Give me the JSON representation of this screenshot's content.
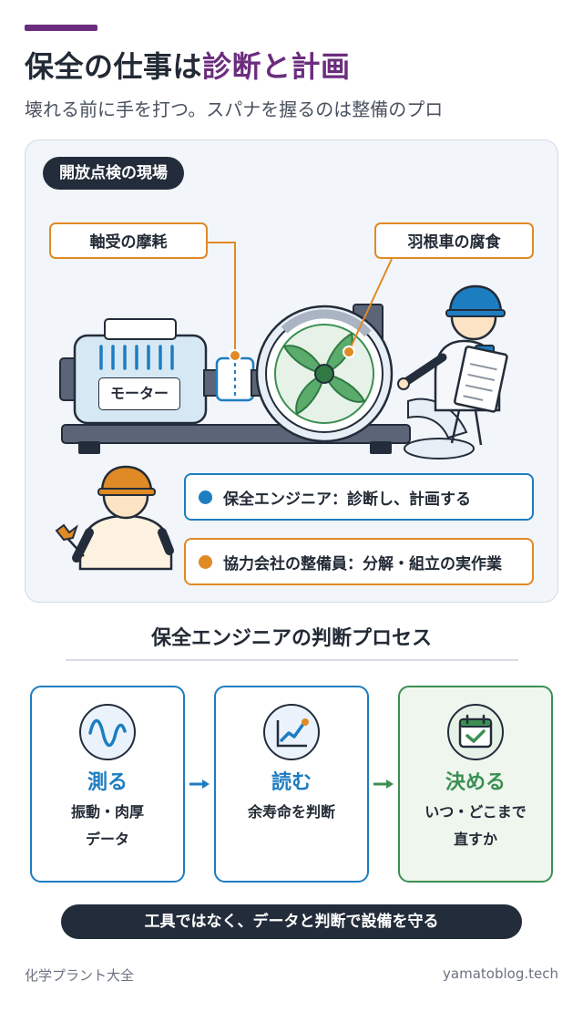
{
  "header": {
    "title_main": "保全の仕事は",
    "title_highlight": "診断と計画",
    "subtitle": "壊れる前に手を打つ。スパナを握るのは整備のプロ"
  },
  "scene": {
    "tag": "開放点検の現場",
    "callouts": {
      "bearing": "軸受の摩耗",
      "impeller": "羽根車の腐食"
    },
    "motor_label": "モーター",
    "legend": [
      {
        "text": "保全エンジニア：診断し、計画する",
        "color": "#1d7dc1"
      },
      {
        "text": "協力会社の整備員：分解・組立の実作業",
        "color": "#e08a25"
      }
    ]
  },
  "process": {
    "title": "保全エンジニアの判断プロセス",
    "steps": [
      {
        "name": "測る",
        "desc_line1": "振動・肉厚",
        "desc_line2": "データ",
        "icon": "wave-icon"
      },
      {
        "name": "読む",
        "desc_line1": "余寿命を判断",
        "desc_line2": "",
        "icon": "trend-chart-icon"
      },
      {
        "name": "決める",
        "desc_line1": "いつ・どこまで",
        "desc_line2": "直すか",
        "icon": "calendar-check-icon"
      }
    ]
  },
  "banner": "工具ではなく、データと判断で設備を守る",
  "footer": {
    "left": "化学プラント大全",
    "right": "yamatoblog.tech"
  },
  "colors": {
    "accent_purple": "#6b2d7e",
    "engineer_blue": "#1d7dc1",
    "worker_orange": "#e08a25",
    "decide_green": "#3c8f52",
    "dark": "#232c3a"
  }
}
